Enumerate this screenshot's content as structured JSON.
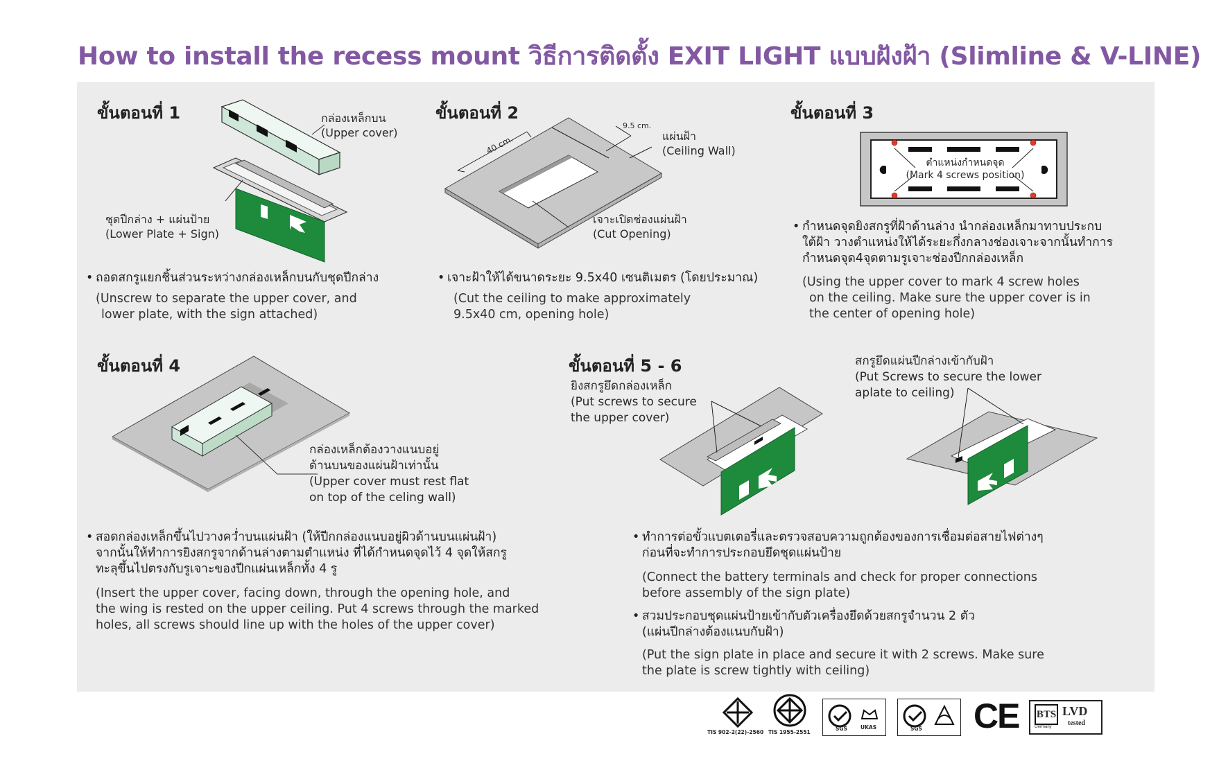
{
  "title": "How to install the recess mount วิธีการติดตั้ง EXIT LIGHT แบบฝังฝ้า (Slimline & V-LINE)",
  "step1": {
    "title": "ขั้นตอนที่ 1",
    "label_upper_th": "กล่องเหล็กบน",
    "label_upper_en": "(Upper cover)",
    "label_lower_th": "ชุดปีกล่าง + แผ่นป้าย",
    "label_lower_en": "(Lower Plate + Sign)",
    "bullet_th": "ถอดสกรูแยกชิ้นส่วนระหว่างกล่องเหล็กบนกับชุดปีกล่าง",
    "en_line1": "(Unscrew to separate the upper cover, and",
    "en_line2": "lower plate, with the sign attached)"
  },
  "step2": {
    "title": "ขั้นตอนที่ 2",
    "dim_width": "9.5 cm.",
    "dim_length": "40 cm.",
    "label_ceiling_th": "แผ่นฝ้า",
    "label_ceiling_en": "(Ceiling Wall)",
    "label_cut_th": "เจาะเปิดช่องแผ่นฝ้า",
    "label_cut_en": "(Cut Opening)",
    "bullet_th": "เจาะฝ้าให้ได้ขนาดระยะ 9.5x40 เซนติเมตร (โดยประมาณ)",
    "en_line1": "(Cut the ceiling to make approximately",
    "en_line2": "9.5x40 cm, opening hole)"
  },
  "step3": {
    "title": "ขั้นตอนที่ 3",
    "mark_th": "ตำแหน่งกำหนดจุด",
    "mark_en": "(Mark 4 screws position)",
    "bullet_line1": "กำหนดจุดยิงสกรูที่ฝ้าด้านล่าง นำกล่องเหล็กมาทาบประกบ",
    "bullet_line2": "ใต้ฝ้า วางตำแหน่งให้ได้ระยะกึ่งกลางช่องเจาะจากนั้นทำการ",
    "bullet_line3": "กำหนดจุด4จุดตามรูเจาะช่องปีกกล่องเหล็ก",
    "en_line1": "(Using the upper cover to mark 4 screw holes",
    "en_line2": "on the ceiling. Make sure the upper cover is in",
    "en_line3": "the center of opening hole)"
  },
  "step4": {
    "title": "ขั้นตอนที่ 4",
    "label_th1": "กล่องเหล็กต้องวางแนบอยู่",
    "label_th2": "ด้านบนของแผ่นฝ้าเท่านั้น",
    "label_en1": "(Upper cover must rest flat",
    "label_en2": "on top of the celing wall)",
    "bullet_line1": "สอดกล่องเหล็กขึ้นไปวางคว่ำบนแผ่นฝ้า (ให้ปีกกล่องแนบอยู่ผิวด้านบนแผ่นฝ้า)",
    "bullet_line2": "จากนั้นให้ทำการยิงสกรูจากด้านล่างตามตำแหน่ง ที่ได้กำหนดจุดไว้ 4 จุดให้สกรู",
    "bullet_line3": "ทะลุขึ้นไปตรงกับรูเจาะของปีกแผ่นเหล็กทั้ง 4 รู",
    "en_line1": "(Insert the upper cover, facing down, through the opening hole, and",
    "en_line2": "the wing is rested on the upper ceiling. Put 4 screws through the marked",
    "en_line3": "holes, all screws should line up with the holes of the upper cover)"
  },
  "step56": {
    "title": "ขั้นตอนที่ 5 - 6",
    "label_a_th": "ยิงสกรูยึดกล่องเหล็ก",
    "label_a_en1": "(Put screws to secure",
    "label_a_en2": "the upper cover)",
    "label_b_th": "สกรูยึดแผ่นปีกล่างเข้ากับฝ้า",
    "label_b_en1": "(Put Screws to secure the lower",
    "label_b_en2": "aplate to ceiling)",
    "bullet1_line1": "ทำการต่อขั้วแบตเตอรี่และตรวจสอบความถูกต้องของการเชื่อมต่อสายไฟต่างๆ",
    "bullet1_line2": "ก่อนที่จะทำการประกอบยึดชุดแผ่นป้าย",
    "en1_line1": "(Connect the battery terminals and check for proper connections",
    "en1_line2": "before assembly of the sign plate)",
    "bullet2_line1": "สวมประกอบชุดแผ่นป้ายเข้ากับตัวเครื่องยึดด้วยสกรูจำนวน 2 ตัว",
    "bullet2_line2": "(แผ่นปีกล่างต้องแนบกับฝ้า)",
    "en2_line1": "(Put the sign plate in place and secure it with 2 screws. Make sure",
    "en2_line2": "the plate is screw tightly with ceiling)"
  },
  "certs": {
    "tis1": "TIS 902-2(22)-2560",
    "tis2": "TIS 1955-2551",
    "sgs1": "SGS",
    "ukas": "UKAS",
    "sgs2": "SGS",
    "ce": "CE",
    "bts": "BTS",
    "lvd": "LVD",
    "tested": "tested",
    "germany": "Germany"
  },
  "colors": {
    "title": "#8358a3",
    "panel": "#ececec",
    "sign_green": "#1e8a3c",
    "ceiling_gray": "#c6c6c6",
    "box_mint": "#dff0e6",
    "mark_red": "#e23a2a"
  }
}
